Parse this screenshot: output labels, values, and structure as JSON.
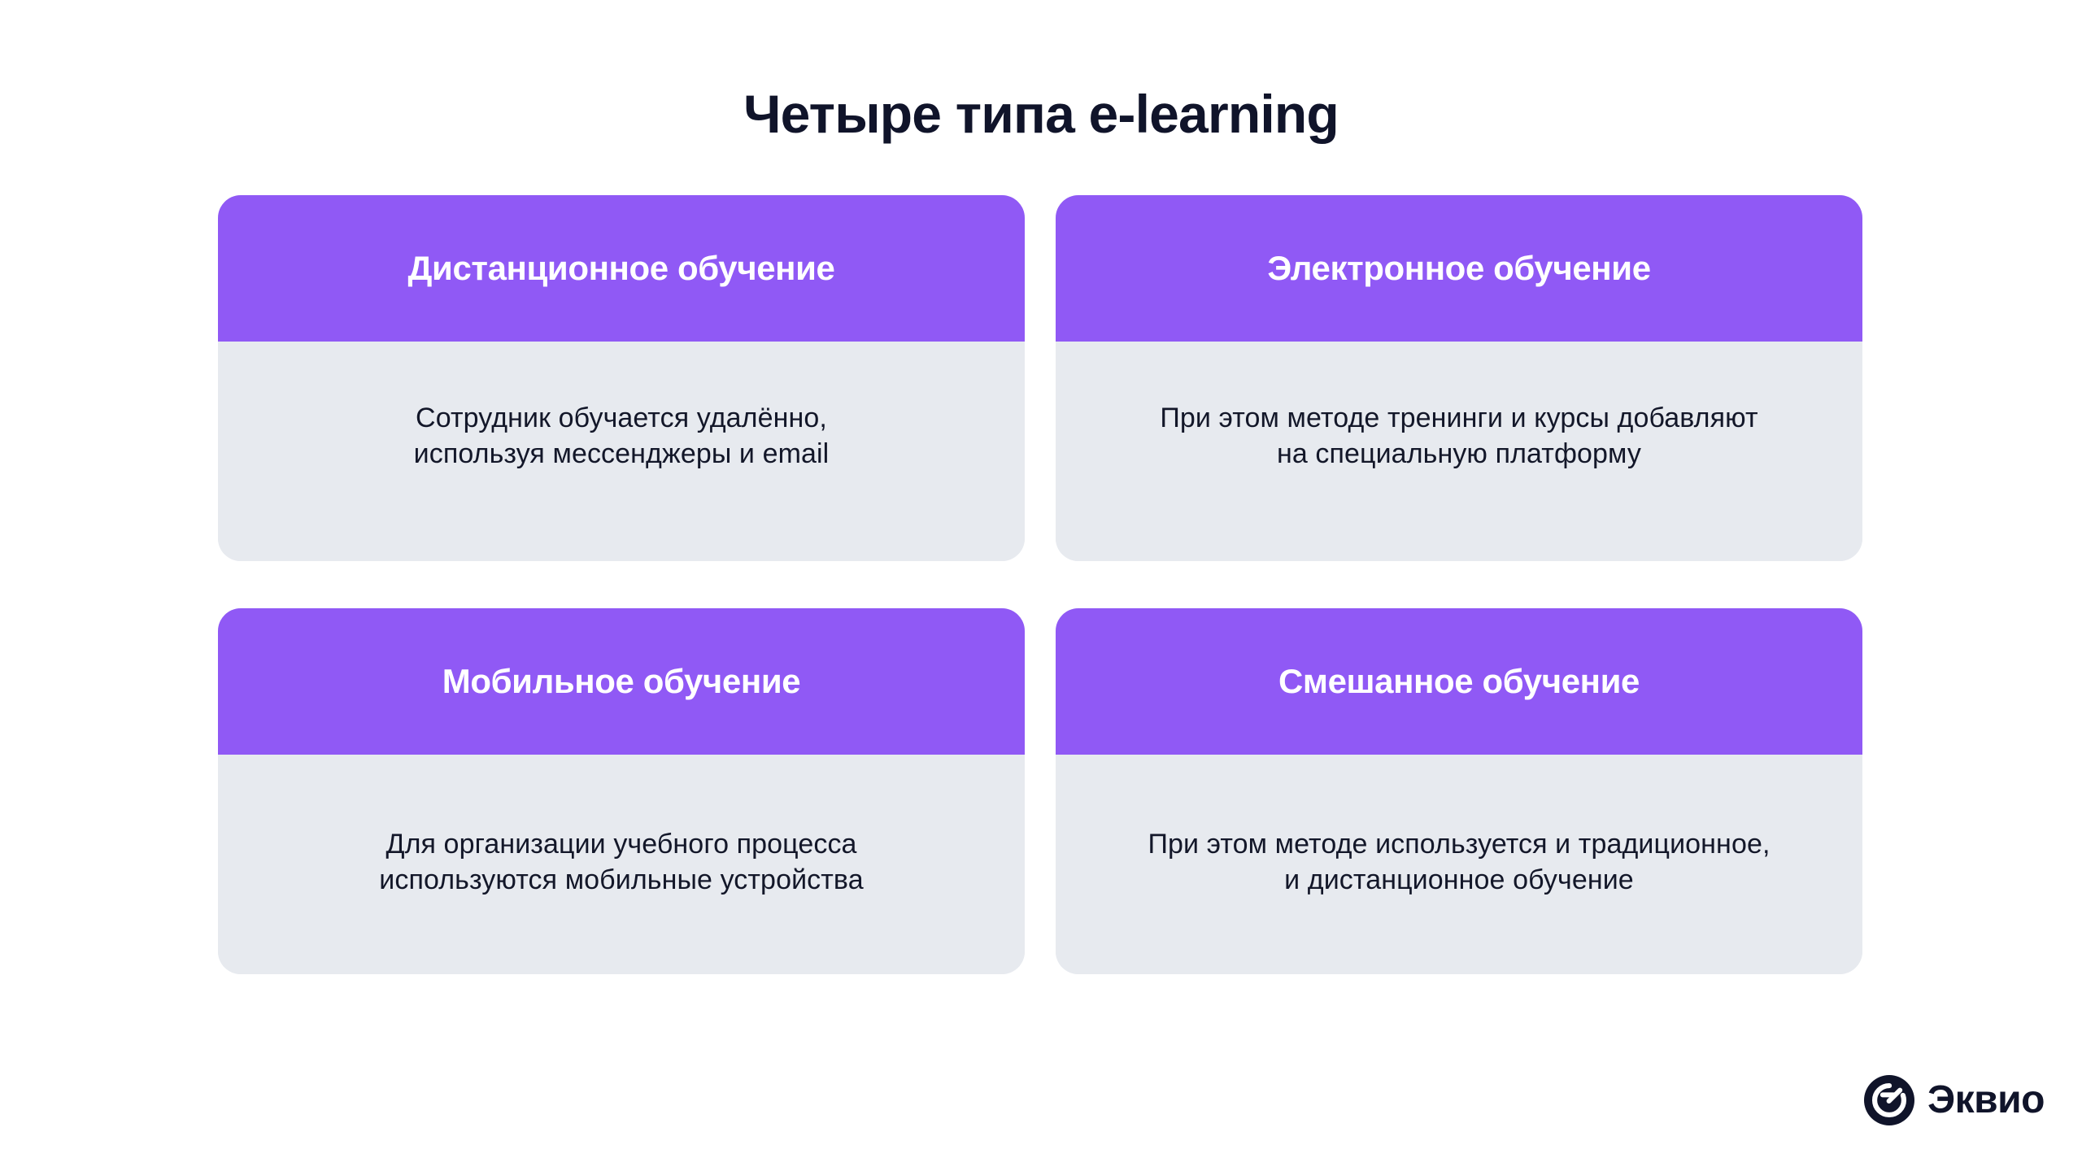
{
  "slide": {
    "title": "Четыре типа e-learning",
    "background_color": "#FFFFFF",
    "title_color": "#10142A"
  },
  "theme": {
    "accent_purple": "#9059F5",
    "card_body_gray": "#E7EAEF",
    "text_dark": "#131729"
  },
  "cards": [
    {
      "title": "Дистанционное обучение",
      "text": "Сотрудник обучается удалённо,\nиспользуя мессенджеры и email"
    },
    {
      "title": "Электронное обучение",
      "text": "При этом методе тренинги и курсы добавляют\nна специальную платформу"
    },
    {
      "title": "Мобильное обучение",
      "text": "Для организации учебного процесса\nиспользуются мобильные устройства"
    },
    {
      "title": "Смешанное обучение",
      "text": "При этом методе используется и традиционное,\nи дистанционное обучение"
    }
  ],
  "logo": {
    "name": "Эквио",
    "mark": "eqvio-circle-icon",
    "color": "#10142A"
  }
}
